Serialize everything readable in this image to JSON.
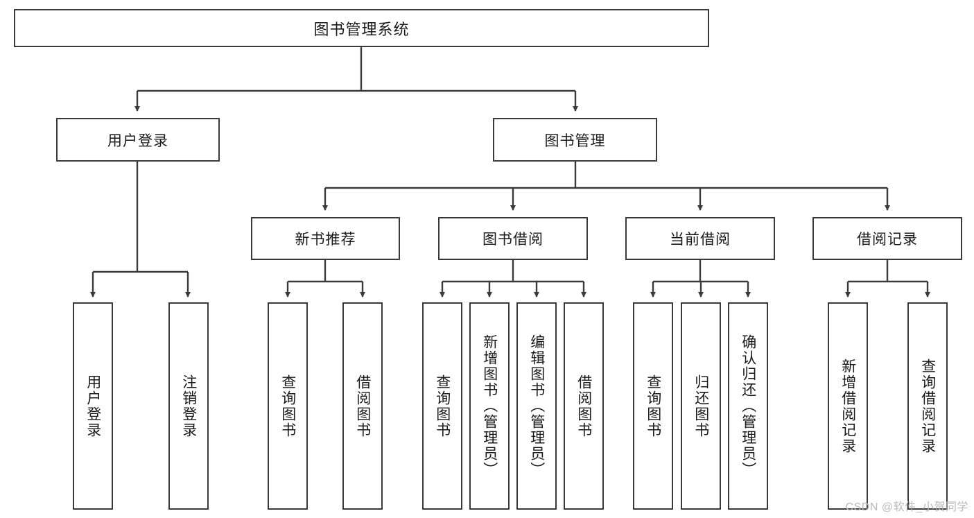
{
  "diagram": {
    "type": "tree-hierarchy-flowchart",
    "root": {
      "id": "root",
      "label": "图书管理系统"
    },
    "level2": [
      {
        "id": "user-login",
        "label": "用户登录"
      },
      {
        "id": "book-manage",
        "label": "图书管理"
      }
    ],
    "level3": [
      {
        "id": "new-book-rec",
        "label": "新书推荐",
        "parent": "book-manage"
      },
      {
        "id": "book-borrow",
        "label": "图书借阅",
        "parent": "book-manage"
      },
      {
        "id": "current-borrow",
        "label": "当前借阅",
        "parent": "book-manage"
      },
      {
        "id": "borrow-record",
        "label": "借阅记录",
        "parent": "book-manage"
      }
    ],
    "leaves": [
      {
        "id": "leaf-user-login",
        "label": "用户登录",
        "parent": "user-login"
      },
      {
        "id": "leaf-logout",
        "label": "注销登录",
        "parent": "user-login"
      },
      {
        "id": "leaf-query-book-1",
        "label": "查询图书",
        "parent": "new-book-rec"
      },
      {
        "id": "leaf-borrow-book-1",
        "label": "借阅图书",
        "parent": "new-book-rec"
      },
      {
        "id": "leaf-query-book-2",
        "label": "查询图书",
        "parent": "book-borrow"
      },
      {
        "id": "leaf-add-book",
        "label": "新增图书（管理员）",
        "parent": "book-borrow"
      },
      {
        "id": "leaf-edit-book",
        "label": "编辑图书（管理员）",
        "parent": "book-borrow"
      },
      {
        "id": "leaf-borrow-book-2",
        "label": "借阅图书",
        "parent": "book-borrow"
      },
      {
        "id": "leaf-query-book-3",
        "label": "查询图书",
        "parent": "current-borrow"
      },
      {
        "id": "leaf-return-book",
        "label": "归还图书",
        "parent": "current-borrow"
      },
      {
        "id": "leaf-confirm-return",
        "label": "确认归还（管理员）",
        "parent": "current-borrow"
      },
      {
        "id": "leaf-add-record",
        "label": "新增借阅记录",
        "parent": "borrow-record"
      },
      {
        "id": "leaf-query-record",
        "label": "查询借阅记录",
        "parent": "borrow-record"
      }
    ],
    "colors": {
      "stroke": "#3a3a3a",
      "fill": "#ffffff",
      "text": "#1a1a1a",
      "watermark": "#b9b9b9"
    }
  },
  "watermark": {
    "text": "CSDN @软件_小贺同学"
  }
}
